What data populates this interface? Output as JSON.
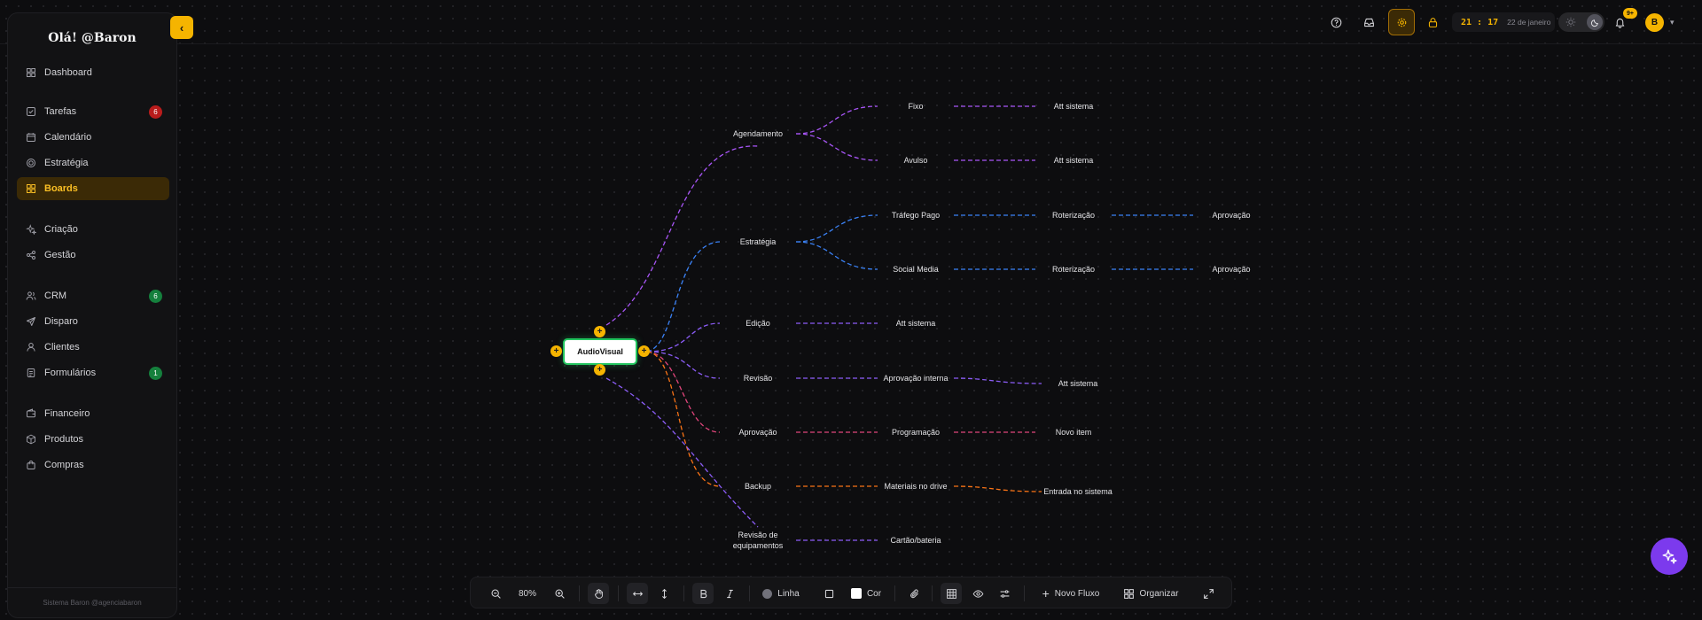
{
  "sidebar": {
    "greeting": "Olá! @Baron",
    "items": [
      {
        "label": "Dashboard",
        "icon": "dashboard-icon"
      },
      {
        "label": "Tarefas",
        "icon": "check-square-icon",
        "badge": "6",
        "badge_color": "#b91c1c"
      },
      {
        "label": "Calendário",
        "icon": "calendar-icon"
      },
      {
        "label": "Estratégia",
        "icon": "target-icon"
      },
      {
        "label": "Boards",
        "icon": "boards-icon",
        "active": true
      },
      {
        "label": "Criação",
        "icon": "sparkles-icon"
      },
      {
        "label": "Gestão",
        "icon": "share-icon"
      },
      {
        "label": "CRM",
        "icon": "users-icon",
        "badge": "6",
        "badge_color": "#15803d"
      },
      {
        "label": "Disparo",
        "icon": "send-icon"
      },
      {
        "label": "Clientes",
        "icon": "clients-icon"
      },
      {
        "label": "Formulários",
        "icon": "form-icon",
        "badge": "1",
        "badge_color": "#15803d"
      },
      {
        "label": "Financeiro",
        "icon": "wallet-icon"
      },
      {
        "label": "Produtos",
        "icon": "box-icon"
      },
      {
        "label": "Compras",
        "icon": "shopping-bag-icon"
      }
    ],
    "footer": "Sistema Baron @agenciabaron"
  },
  "header": {
    "time": "21 : 17",
    "date": "22 de janeiro",
    "notification_count": "9+",
    "avatar_initial": "B",
    "accent": "#f5b400"
  },
  "mindmap": {
    "root": "AudioVisual",
    "nodes": {
      "agendamento": "Agendamento",
      "fixo": "Fixo",
      "avulso": "Avulso",
      "att_fixo": "Att sistema",
      "att_avulso": "Att sistema",
      "estrategia": "Estratégia",
      "trafego": "Tráfego Pago",
      "social": "Social Media",
      "rot_trafego": "Roterização",
      "rot_social": "Roterização",
      "apr_trafego": "Aprovação",
      "apr_social": "Aprovação",
      "edicao": "Edição",
      "att_edicao": "Att sistema",
      "revisao": "Revisão",
      "apr_interna": "Aprovação interna",
      "att_revisao": "Att sistema",
      "aprovacao": "Aprovação",
      "programacao": "Programação",
      "novo_item": "Novo item",
      "backup": "Backup",
      "materiais": "Materiais no drive",
      "entrada": "Entrada no sistema",
      "revisao_equip": "Revisão de equipamentos",
      "cartao": "Cartão/bateria"
    },
    "colors": {
      "agendamento": "#a855f7",
      "estrategia": "#3b82f6",
      "edicao": "#8b5cf6",
      "revisao": "#8b5cf6",
      "aprovacao": "#e0457b",
      "backup": "#f97316",
      "revisao_equip": "#8b5cf6"
    }
  },
  "toolbar": {
    "zoom": "80%",
    "line_label": "Linha",
    "color_label": "Cor",
    "new_flow_label": "Novo Fluxo",
    "organize_label": "Organizar"
  }
}
